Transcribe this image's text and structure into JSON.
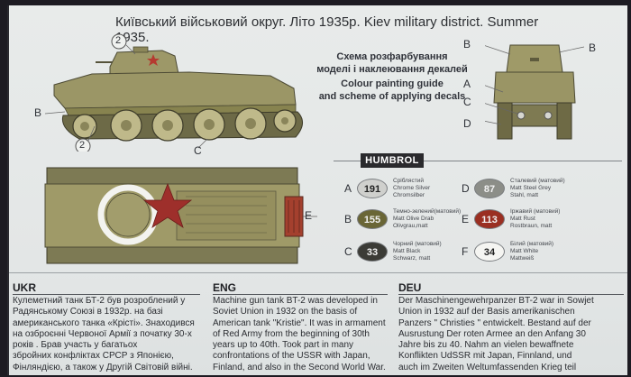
{
  "header": {
    "title": "Київський військовий округ. Літо 1935р.   Kiev military district. Summer 1935."
  },
  "guide": {
    "ukr_line1": "Схема розфарбування",
    "ukr_line2": "моделі і наклеювання декалей",
    "eng_line1": "Colour painting guide",
    "eng_line2": "and scheme of applying decals"
  },
  "callouts": {
    "side_view": [
      "2",
      "2",
      "B",
      "C"
    ],
    "top_view": [
      "E"
    ],
    "front_view": [
      "B",
      "A",
      "C",
      "D",
      "B"
    ]
  },
  "paint_brand": "HUMBROL",
  "colors": {
    "olive": "#9a9567",
    "dark_olive": "#5a5a3c",
    "red_marking": "#9a2c2a",
    "paper": "#e6e9e9"
  },
  "paints": [
    {
      "letter": "A",
      "number": "191",
      "names": [
        "Сріблястий",
        "Chrome Silver",
        "Chromsilber"
      ],
      "fill": "#cfd0cd",
      "text_color": "#222"
    },
    {
      "letter": "B",
      "number": "155",
      "names": [
        "Темно-зелений(матовий)",
        "Matt Olive Drab",
        "Olivgrau,matt"
      ],
      "fill": "#6a6636",
      "text_color": "#f2f2f2"
    },
    {
      "letter": "C",
      "number": "33",
      "names": [
        "Чорний (матовий)",
        "Matt Black",
        "Schwarz, matt"
      ],
      "fill": "#3b3b36",
      "text_color": "#f2f2f2"
    },
    {
      "letter": "D",
      "number": "87",
      "names": [
        "Сталевий (матовий)",
        "Matt Steel Grey",
        "Stahl, matt"
      ],
      "fill": "#8c8e88",
      "text_color": "#f2f2f2"
    },
    {
      "letter": "E",
      "number": "113",
      "names": [
        "Іржавий (матовий)",
        "Matt Rust",
        "Rostbraun, matt"
      ],
      "fill": "#9a2f22",
      "text_color": "#f2f2f2"
    },
    {
      "letter": "F",
      "number": "34",
      "names": [
        "Білий (матовий)",
        "Matt White",
        "Mattweiß"
      ],
      "fill": "#f5f5f2",
      "text_color": "#222"
    }
  ],
  "columns": [
    {
      "head": "UKR",
      "lines": [
        "Кулеметний танк БТ-2  був розроблений у",
        "Радянському Союзі в 1932р.   на базі",
        "американського танка «Крісті». Знаходився",
        "на озброєнні Червоної Армії з початку 30-х",
        "років    . Брав участь у багатьох",
        "збройних конфліктах СРСР з Японією,",
        "Фінляндією, а також у Другій Світовій війні."
      ]
    },
    {
      "head": "ENG",
      "lines": [
        "Machine gun tank BT-2 was developed in",
        "Soviet Union in 1932 on the basis of",
        "American tank \"Kristie\". It was in armament",
        "of Red Army from   the  beginning of 30th",
        "years up to 40th. Took   part in many",
        "confrontations of the USSR with Japan,",
        "Finland, and also in the Second World War."
      ]
    },
    {
      "head": "DEU",
      "lines": [
        "Der Maschinengewehrpanzer BT-2 war in Sowjet",
        "Union in 1932 auf der Basis  amerikanischen",
        "Panzers \" Christies \" entwickelt. Bestand auf der",
        "Ausrustung Der roten Armee an den Anfang 30",
        "Jahre bis zu 40. Nahm an vielen bewaffnete",
        "Konflikten UdSSR mit Japan, Finnland, und",
        "auch im Zweiten Weltumfassenden Krieg teil"
      ]
    }
  ]
}
